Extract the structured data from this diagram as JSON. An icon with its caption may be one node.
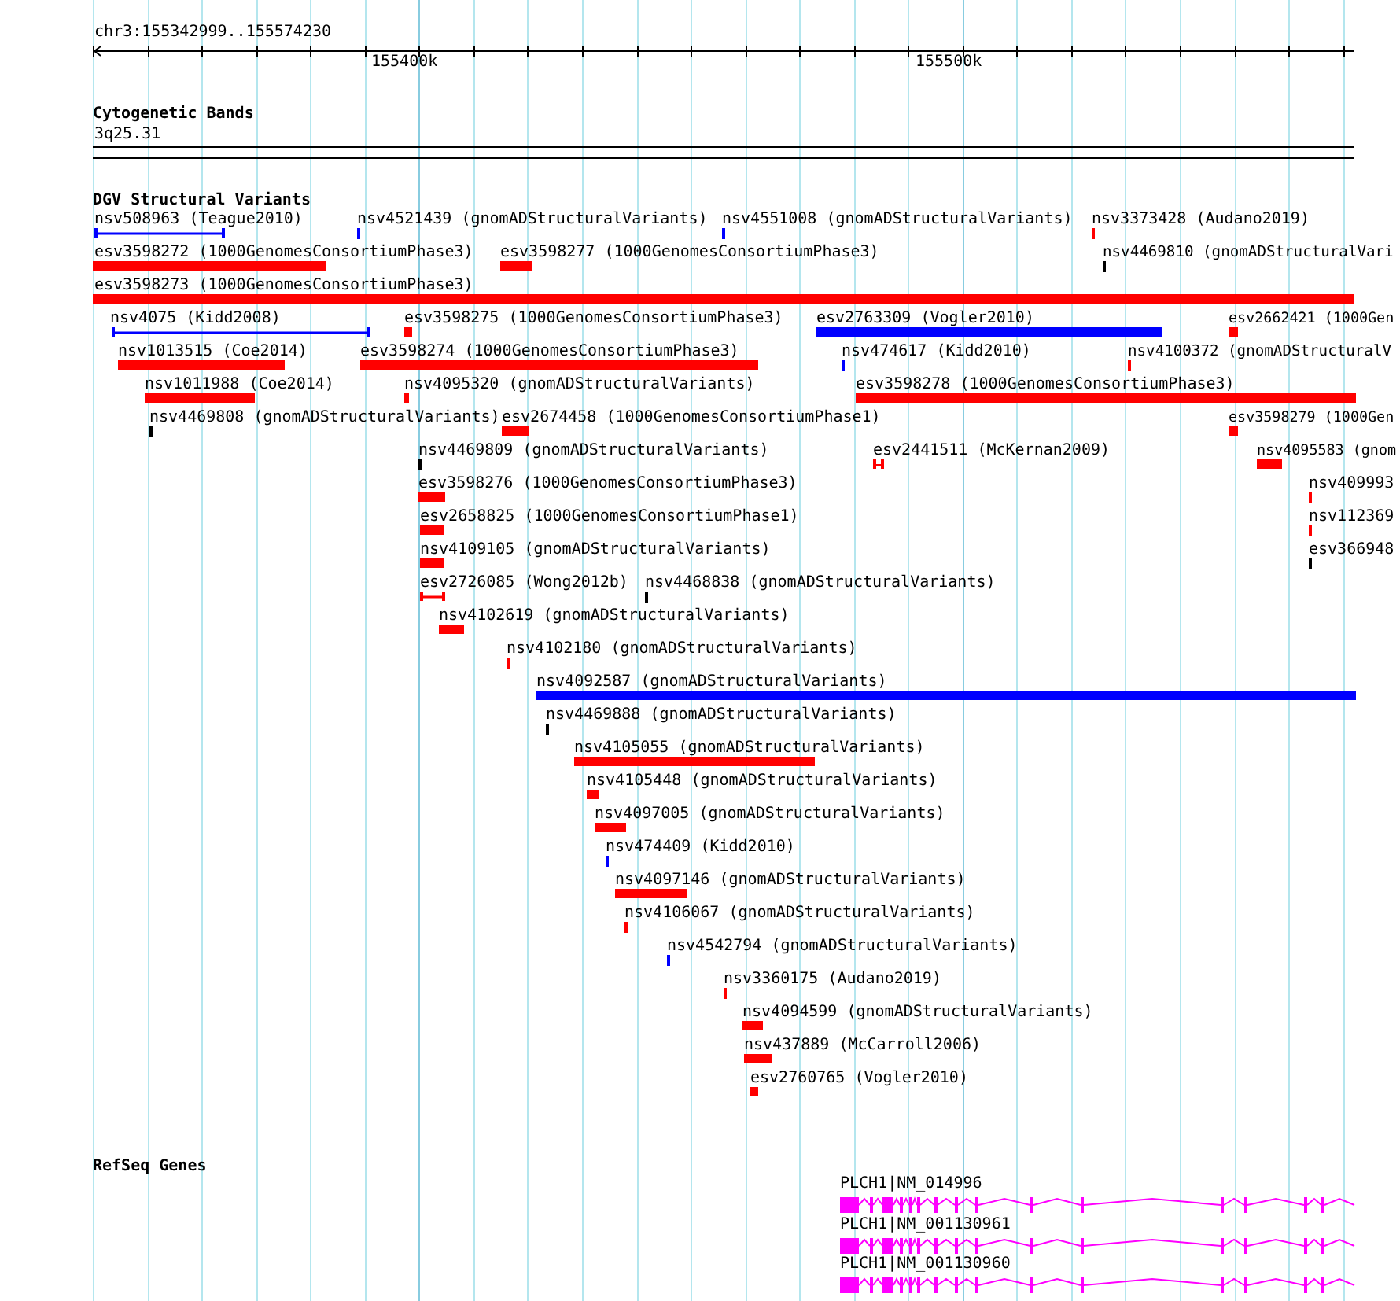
{
  "diagram": {
    "title": "chr3:155342999..155574230",
    "nodes": [
      {
        "text": [
          "nsv508963 (Teague2010)"
        ]
      },
      {
        "text": [
          "nsv4521439 (gnomADStructuralVariants)"
        ]
      },
      {
        "text": [
          "nsv4551008 (gnomADStructuralVariants)"
        ]
      },
      {
        "text": [
          "nsv3373428 (Audano2019)"
        ]
      },
      {
        "text": [
          "esv3598272 (1000GenomesConsortiumPhase3)"
        ]
      },
      {
        "text": [
          "esv3598277 (1000GenomesConsortiumPhase3)"
        ]
      },
      {
        "text": [
          "nsv4469810 (gnomADStructuralVari"
        ]
      },
      {
        "text": [
          "esv3598273 (1000GenomesConsortiumPhase3)"
        ]
      },
      {
        "text": [
          "nsv4075 (Kidd2008)"
        ]
      },
      {
        "text": [
          "esv3598275 (1000GenomesConsortiumPhase3)"
        ]
      },
      {
        "text": [
          "esv2763309 (Vogler2010)"
        ]
      },
      {
        "text": [
          "esv2662421 (1000Gen"
        ]
      },
      {
        "text": [
          "nsv1013515 (Coe2014)"
        ]
      },
      {
        "text": [
          "esv3598274 (1000GenomesConsortiumPhase3)"
        ]
      },
      {
        "text": [
          "nsv474617 (Kidd2010)"
        ]
      },
      {
        "text": [
          "nsv4100372 (gnomADStructuralV"
        ]
      },
      {
        "text": [
          "nsv1011988 (Coe2014)"
        ]
      },
      {
        "text": [
          "nsv4095320 (gnomADStructuralVariants)"
        ]
      },
      {
        "text": [
          "esv3598278 (1000GenomesConsortiumPhase3)"
        ]
      },
      {
        "text": [
          "nsv4469808 (gnomADStructuralVariants)"
        ]
      },
      {
        "text": [
          "esv2674458 (1000GenomesConsortiumPhase1)"
        ]
      },
      {
        "text": [
          "esv3598279 (1000Gen"
        ]
      },
      {
        "text": [
          "nsv4469809 (gnomADStructuralVariants)"
        ]
      },
      {
        "text": [
          "esv2441511 (McKernan2009)"
        ]
      },
      {
        "text": [
          "nsv4095583 (gnom"
        ]
      },
      {
        "text": [
          "esv3598276 (1000GenomesConsortiumPhase3)"
        ]
      },
      {
        "text": [
          "nsv409993"
        ]
      },
      {
        "text": [
          "esv2658825 (1000GenomesConsortiumPhase1)"
        ]
      },
      {
        "text": [
          "nsv112369"
        ]
      },
      {
        "text": [
          "nsv4109105 (gnomADStructuralVariants)"
        ]
      },
      {
        "text": [
          "esv366948"
        ]
      },
      {
        "text": [
          "esv2726085 (Wong2012b)"
        ]
      },
      {
        "text": [
          "nsv4468838 (gnomADStructuralVariants)"
        ]
      },
      {
        "text": [
          "nsv4102619 (gnomADStructuralVariants)"
        ]
      },
      {
        "text": [
          "nsv4102180 (gnomADStructuralVariants)"
        ]
      },
      {
        "text": [
          "nsv4092587 (gnomADStructuralVariants)"
        ]
      },
      {
        "text": [
          "nsv4469888 (gnomADStructuralVariants)"
        ]
      },
      {
        "text": [
          "nsv4105055 (gnomADStructuralVariants)"
        ]
      },
      {
        "text": [
          "nsv4105448 (gnomADStructuralVariants)"
        ]
      },
      {
        "text": [
          "nsv4097005 (gnomADStructuralVariants)"
        ]
      },
      {
        "text": [
          "nsv474409 (Kidd2010)"
        ]
      },
      {
        "text": [
          "nsv4097146 (gnomADStructuralVariants)"
        ]
      },
      {
        "text": [
          "nsv4106067 (gnomADStructuralVariants)"
        ]
      },
      {
        "text": [
          "nsv4542794 (gnomADStructuralVariants)"
        ]
      },
      {
        "text": [
          "nsv3360175 (Audano2019)"
        ]
      },
      {
        "text": [
          "nsv4094599 (gnomADStructuralVariants)"
        ]
      },
      {
        "text": [
          "nsv437889 (McCarroll2006)"
        ]
      },
      {
        "text": [
          "esv2760765 (Vogler2010)"
        ]
      },
      {
        "text": [
          "PLCH1|NM_014996"
        ]
      },
      {
        "text": [
          "PLCH1|NM_001130961"
        ]
      },
      {
        "text": [
          "PLCH1|NM_001130960"
        ]
      }
    ],
    "labels": [
      "155400k",
      "155500k",
      "Cytogenetic Bands",
      "3q25.31",
      "DGV Structural Variants",
      "RefSeq Genes"
    ]
  }
}
